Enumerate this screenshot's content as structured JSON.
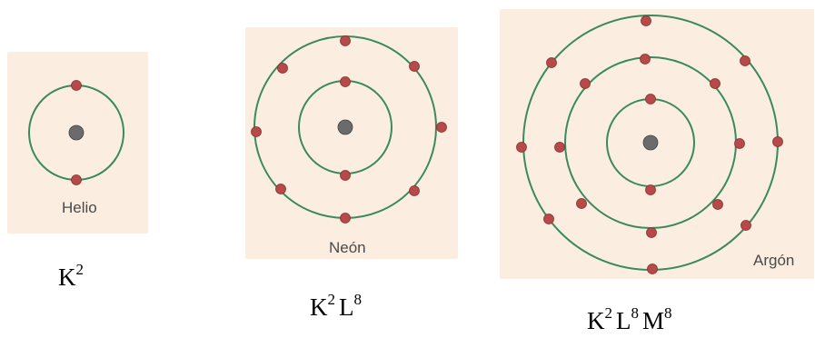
{
  "colors": {
    "panel_bg": "#fbeee0",
    "orbit": "#3b8a5e",
    "electron": "#b54a48",
    "nucleus": "#6b6b6b"
  },
  "atoms": [
    {
      "name": "Helio",
      "orbit_electrons": [
        2
      ],
      "config": [
        {
          "shell": "K",
          "count": "2"
        }
      ]
    },
    {
      "name": "Neón",
      "orbit_electrons": [
        2,
        8
      ],
      "config": [
        {
          "shell": "K",
          "count": "2"
        },
        {
          "shell": "L",
          "count": "8"
        }
      ]
    },
    {
      "name": "Argón",
      "orbit_electrons": [
        2,
        8,
        8
      ],
      "config": [
        {
          "shell": "K",
          "count": "2"
        },
        {
          "shell": "L",
          "count": "8"
        },
        {
          "shell": "M",
          "count": "8"
        }
      ]
    }
  ]
}
